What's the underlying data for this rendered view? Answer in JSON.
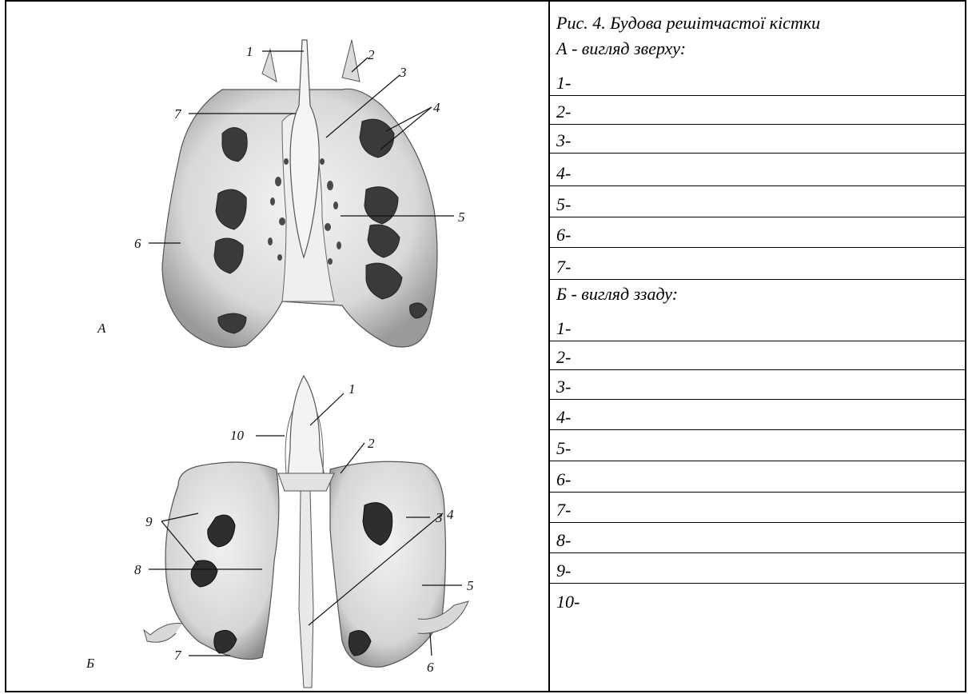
{
  "caption": {
    "title": "Рис. 4. Будова решітчастої кістки",
    "view_a": "А - вигляд зверху:",
    "view_b": "Б - вигляд ззаду:"
  },
  "view_a_items": [
    "1-",
    "2-",
    "3-",
    "4-",
    "5-",
    "6-",
    "7-"
  ],
  "view_b_items": [
    "1-",
    "2-",
    "3-",
    "4-",
    "5-",
    "6-",
    "7-",
    "8-",
    "9-",
    "10-"
  ],
  "figure_a": {
    "letter": "А",
    "labels": {
      "l1": "1",
      "l2": "2",
      "l3": "3",
      "l4": "4",
      "l5": "5",
      "l6": "6",
      "l7": "7"
    }
  },
  "figure_b": {
    "letter": "Б",
    "labels": {
      "l1": "1",
      "l2": "2",
      "l3": "3",
      "l4": "4",
      "l5": "5",
      "l6": "6",
      "l7": "7",
      "l8": "8",
      "l9": "9",
      "l10": "10"
    }
  }
}
